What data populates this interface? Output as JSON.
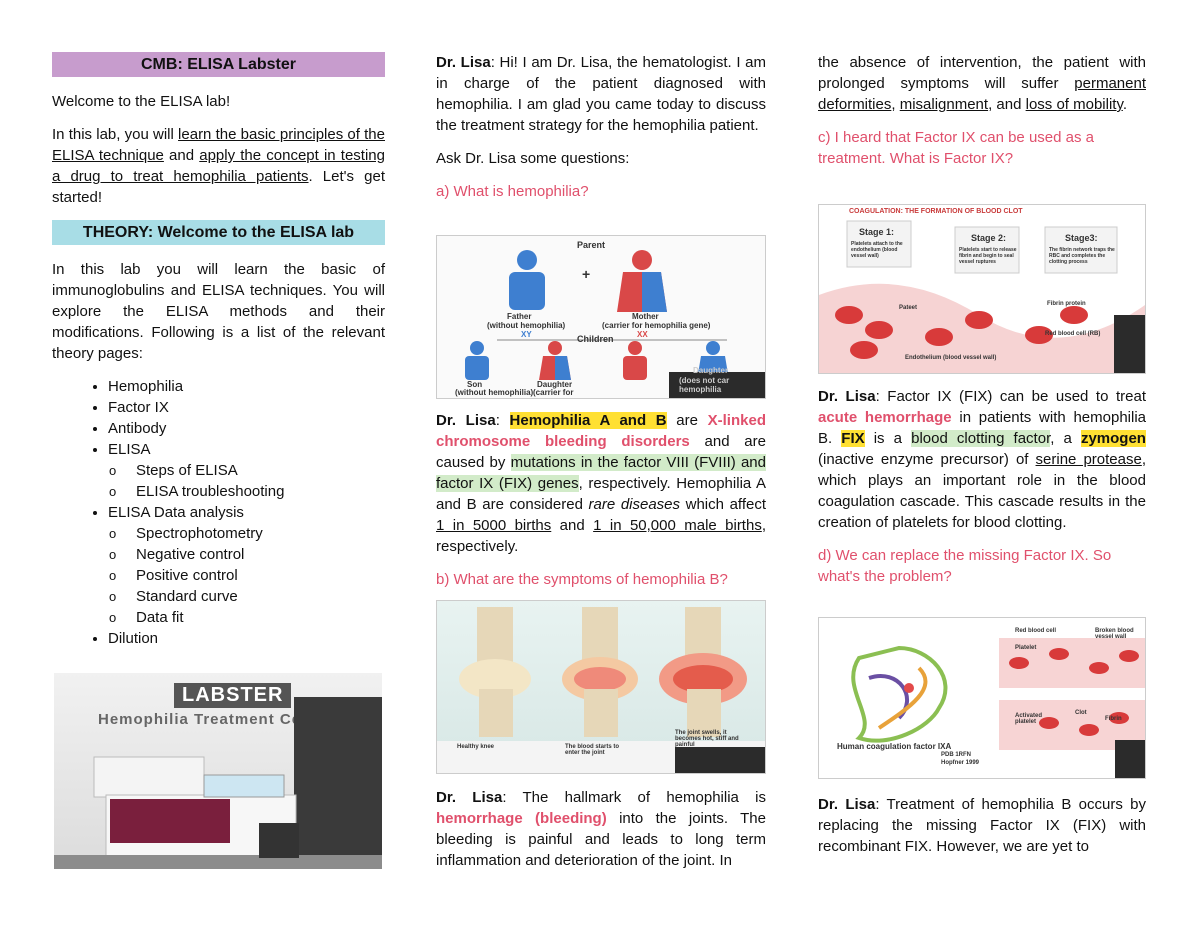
{
  "col1": {
    "header": "CMB: ELISA Labster",
    "welcome": "Welcome to the ELISA lab!",
    "intro_pre": "In this lab, you will ",
    "intro_u1": "learn the basic principles of the ELISA technique",
    "intro_mid": " and ",
    "intro_u2": "apply the concept in testing a drug to treat hemophilia patients",
    "intro_post": ". Let's get started!",
    "theory_header": "THEORY: Welcome to the ELISA lab",
    "theory_text": "In this lab you will learn the basic of immunoglobulins and ELISA techniques. You will explore the ELISA methods and their modifications. Following is a list of the relevant theory pages:",
    "list": {
      "hemophilia": "Hemophilia",
      "factor_ix": "Factor IX",
      "antibody": "Antibody",
      "elisa": "ELISA",
      "steps": "Steps of ELISA",
      "troubleshooting": "ELISA troubleshooting",
      "data_analysis": "ELISA Data analysis",
      "spectro": "Spectrophotometry",
      "neg": "Negative control",
      "pos": "Positive control",
      "std": "Standard curve",
      "fit": "Data fit",
      "dilution": "Dilution"
    },
    "image_logo": "LABSTER",
    "image_sub": "Hemophilia Treatment Center"
  },
  "col2": {
    "speaker": "Dr. Lisa",
    "intro": ": Hi! I am Dr. Lisa, the hematologist. I am in charge of the patient diagnosed with hemophilia. I am glad you came today to discuss the treatment strategy for the hemophilia patient.",
    "ask": "Ask Dr. Lisa some questions:",
    "qa": "a) What is hemophilia?",
    "fig1": {
      "parent": "Parent",
      "plus": "+",
      "father": "Father",
      "father_sub": "(without hemophilia)",
      "father_chrom": "XY",
      "mother": "Mother",
      "mother_sub": "(carrier for hemophilia gene)",
      "mother_chrom": "XX",
      "children": "Children",
      "son": "Son",
      "son_sub": "(without hemophilia)",
      "daughter": "Daughter",
      "daughter_sub": "(carrier for",
      "daughter2": "Daughter",
      "daughter2_sub": "(does not car hemophilia"
    },
    "a1_colon": ": ",
    "a1_hl": "Hemophilia A and B",
    "a1_are": " are ",
    "a1_pink": "X-linked chromosome bleeding disorders",
    "a1_cause": " and are caused by ",
    "a1_green": "mutations in the factor VIII (FVIII) and factor IX (FIX) genes",
    "a1_resp": ", respectively. Hemophilia A and B are considered ",
    "a1_rare": "rare diseases",
    "a1_affect": " which affect ",
    "a1_u1": "1 in 5000 births",
    "a1_and": " and ",
    "a1_u2": "1 in 50,000 male births",
    "a1_end": ", respectively.",
    "qb": "b) What are the symptoms of hemophilia B?",
    "fig2": {
      "cap1": "Healthy knee",
      "cap2": "The blood starts to enter the joint",
      "cap3": "The joint swells, it becomes hot, stiff and painful"
    },
    "a2_colon": ": The hallmark of hemophilia is ",
    "a2_pink": "hemorrhage (bleeding)",
    "a2_rest": " into the joints. The bleeding is painful and leads to long term inflammation and deterioration of the joint. In"
  },
  "col3": {
    "cont_pre": "the absence of intervention, the patient with prolonged symptoms will suffer ",
    "cont_u1": "permanent deformities",
    "cont_c1": ", ",
    "cont_u2": "misalignment",
    "cont_and": ", and ",
    "cont_u3": "loss of mobility",
    "cont_end": ".",
    "qc": "c) I heard that Factor IX can be used as a treatment. What is Factor IX?",
    "fig3": {
      "title": "COAGULATION: THE FORMATION OF BLOOD CLOT",
      "stage1": "Stage 1:",
      "stage1_txt": "Platelets attach to the endothelium (blood vessel wall)",
      "stage2": "Stage 2:",
      "stage2_txt": "Platelets start to release fibrin and begin to seal vessel ruptures",
      "stage3": "Stage3:",
      "stage3_txt": "The fibrin network traps the RBC and completes the clotting process",
      "label1": "Pateet",
      "label2": "Fibrin protein",
      "label3": "Red blood cell (RB)",
      "label4": "Endothelium (blood vessel wall)"
    },
    "speaker": "Dr. Lisa",
    "a3_pre": ": Factor IX (FIX) can be used to treat ",
    "a3_pink": "acute hemorrhage",
    "a3_mid": " in patients with hemophilia B. ",
    "a3_fix": "FIX",
    "a3_is": " is a ",
    "a3_green": "blood clotting factor",
    "a3_a": ", a ",
    "a3_zym": "zymogen",
    "a3_paren": " (inactive enzyme precursor) of ",
    "a3_u": "serine protease",
    "a3_rest": ", which plays an important role in the blood coagulation cascade. This cascade results in the creation of platelets for blood clotting.",
    "qd": "d) We can replace the missing Factor IX. So what's the problem?",
    "fig4": {
      "rbc": "Red blood cell",
      "broken": "Broken blood vessel wall",
      "platelet": "Platelet",
      "activated": "Activated platelet",
      "clot": "Clot",
      "fibrin": "Fibrin",
      "protein": "Human coagulation factor IXA",
      "pdb": "PDB 1RFN",
      "author": "Hopfner 1999"
    },
    "a4_pre": ": Treatment of hemophilia B occurs by replacing the missing Factor IX (FIX) with recombinant FIX. However, we are yet to"
  }
}
